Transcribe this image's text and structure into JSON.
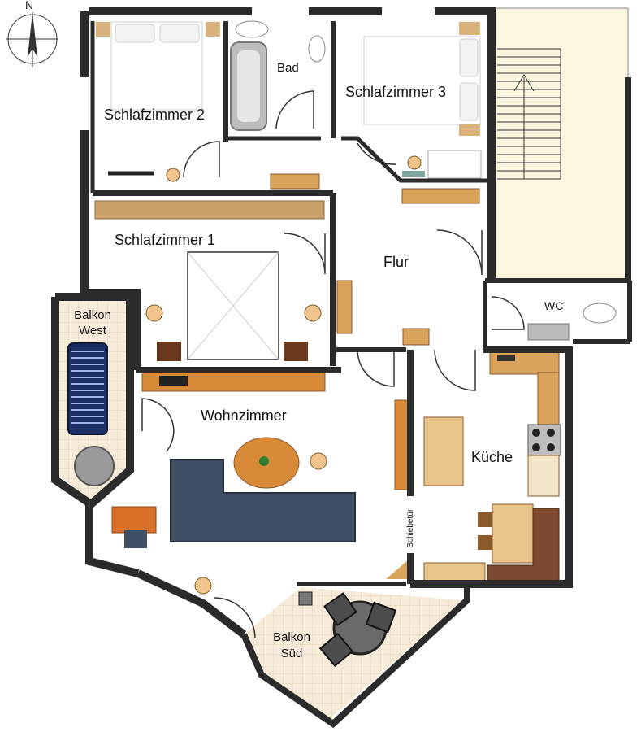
{
  "compass": {
    "north": "N"
  },
  "rooms": {
    "schlafzimmer_2": "Schlafzimmer 2",
    "bad": "Bad",
    "schlafzimmer_3": "Schlafzimmer 3",
    "schlafzimmer_1": "Schlafzimmer 1",
    "flur": "Flur",
    "wc": "WC",
    "balkon_west_line1": "Balkon",
    "balkon_west_line2": "West",
    "wohnzimmer": "Wohnzimmer",
    "kueche": "Küche",
    "schiebetuer": "Schiebetür",
    "balkon_sued_line1": "Balkon",
    "balkon_sued_line2": "Süd"
  },
  "colors": {
    "wall": "#2b2b2b",
    "floor": "#ffffff",
    "stairs": "#fdf6df",
    "balcony_tile": "#f6ecd9",
    "wood": "#d9a35c",
    "dark_wood": "#8a5a2b",
    "sofa": "#3f4f66",
    "kitchen_table": "#e8c48a"
  }
}
